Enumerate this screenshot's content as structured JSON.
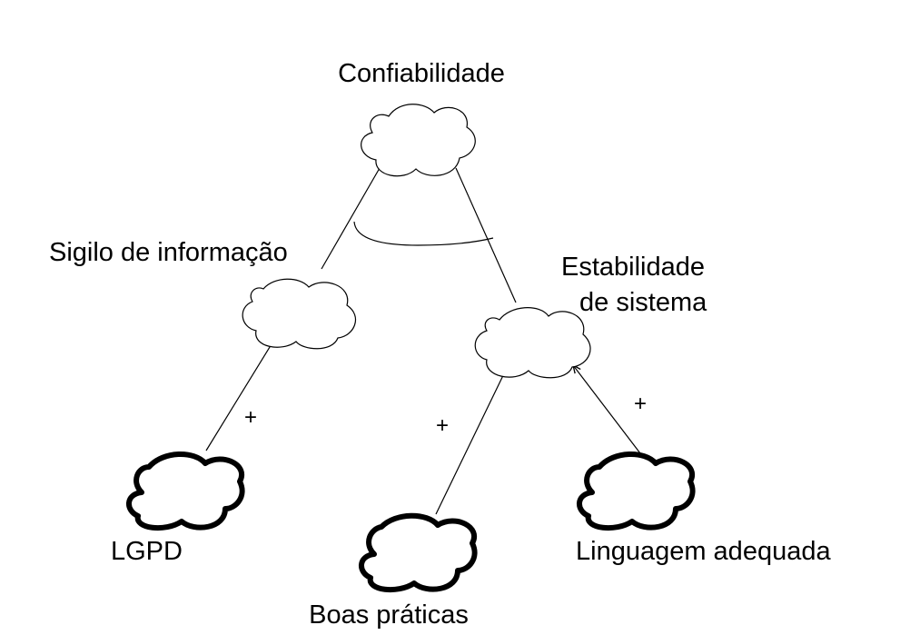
{
  "nodes": {
    "confiabilidade": {
      "label": "Confiabilidade"
    },
    "sigilo": {
      "label": "Sigilo de informação"
    },
    "estabilidade": {
      "label_line1": "Estabilidade",
      "label_line2": "de sistema"
    },
    "lgpd": {
      "label": "LGPD"
    },
    "boas_praticas": {
      "label": "Boas práticas"
    },
    "linguagem": {
      "label": "Linguagem adequada"
    }
  },
  "edges": {
    "lgpd_to_sigilo": {
      "sign": "+"
    },
    "boas_to_estabilidade": {
      "sign": "+"
    },
    "linguagem_to_estabilidade": {
      "sign": "+"
    }
  },
  "style": {
    "stroke": "#000000",
    "background": "#ffffff"
  }
}
